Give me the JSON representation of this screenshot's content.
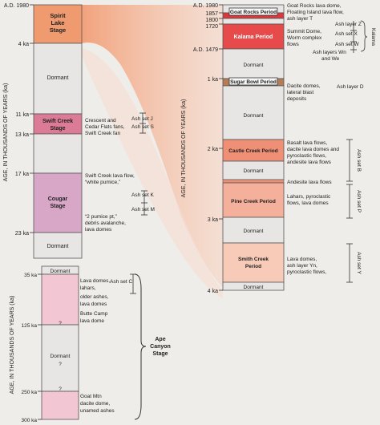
{
  "left_upper": {
    "axis_title": "AGE, IN THOUSANDS OF YEARS (ka)",
    "ticks": [
      "A.D. 1980",
      "4 ka",
      "11 ka",
      "13 ka",
      "17 ka",
      "23 ka"
    ],
    "periods": [
      {
        "line1": "Spirit",
        "line2": "Lake",
        "line3": "Stage"
      },
      {
        "line1": "Dormant"
      },
      {
        "line1": "Swift Creek",
        "line2": "Stage"
      },
      {
        "line1": "Cougar",
        "line2": "Stage"
      },
      {
        "line1": "Dormant"
      }
    ],
    "events": [
      {
        "lines": [
          "Crescent and",
          "Cedar Flats fans,",
          "Swift Creek fan"
        ]
      },
      {
        "lines": [
          "Swift Creek lava flow,",
          "“white pumice,”"
        ]
      },
      {
        "lines": [
          "“2 pumice pt,”",
          "debris avalanche,",
          "lava domes"
        ]
      }
    ],
    "ash_sets": [
      {
        "line1": "Ash set J",
        "line2": "Ash set S"
      },
      {
        "line1": "Ash set K",
        "line2": "Ash set M"
      }
    ]
  },
  "left_lower": {
    "axis_title": "AGE, IN THOUSANDS OF YEARS (ka)",
    "ticks": [
      "35 ka",
      "125 ka",
      "250 ka",
      "300 ka"
    ],
    "periods": [
      {
        "label": "Dormant"
      },
      {
        "label": "Dormant"
      }
    ],
    "question_marks": [
      "?",
      "?",
      "?"
    ],
    "events": [
      {
        "lines": [
          "Lava domes,",
          "lahars,"
        ]
      },
      {
        "lines": [
          "older ashes,",
          "lava domes"
        ]
      },
      {
        "lines": [
          "Butte Camp",
          "lava dome"
        ]
      },
      {
        "lines": [
          "Goat Mtn",
          "dacite dome,",
          "unamed ashes"
        ]
      }
    ],
    "ash_set": {
      "line1": "Ash set C"
    },
    "stage": {
      "line1": "Ape",
      "line2": "Canyon",
      "line3": "Stage"
    }
  },
  "right": {
    "axis_title": "AGE, IN THOUSANDS OF YEARS (ka)",
    "ticks": [
      "A.D. 1980",
      "1857",
      "1800",
      "1720",
      "A.D. 1479",
      "1 ka",
      "2 ka",
      "3 ka",
      "4 ka"
    ],
    "periods": [
      {
        "label": "Goat Rocks Period"
      },
      {
        "label": "Kalama Period"
      },
      {
        "label": "Dormant"
      },
      {
        "label": "Sugar Bowl Period"
      },
      {
        "label": "Dormant"
      },
      {
        "label": "Castle Creek Period"
      },
      {
        "label": "Dormant"
      },
      {
        "label": "Pine Creek Period"
      },
      {
        "label": "Dormant"
      },
      {
        "label": "Smith Creek",
        "label2": "Period"
      },
      {
        "label": "Dormant"
      }
    ],
    "events": [
      {
        "lines": [
          "Goat Rocks lava dome,",
          "Floating Island lava flow,",
          "ash layer T"
        ]
      },
      {
        "lines": [
          "Summit Dome,",
          "Worm complex",
          "flows"
        ]
      },
      {
        "lines": [
          "Dacite domes,",
          "lateral blast",
          "deposits"
        ]
      },
      {
        "lines": [
          "Basalt lava flows,",
          "dacite lava domes and",
          "pyroclastic flows,",
          "andesite lava flows"
        ]
      },
      {
        "lines": [
          "Andesite lava flows"
        ]
      },
      {
        "lines": [
          "Lahars, pyroclastic",
          "flows, lava domes"
        ]
      },
      {
        "lines": [
          "Lava domes,",
          "ash layer Yn,",
          "pyroclastic flows,"
        ]
      }
    ],
    "ash_labels": [
      "Ash layer Z",
      "Ash set X",
      "Ash set W",
      "Ash layers Wn",
      "and We",
      "Ash layer D"
    ],
    "ash_vertical": [
      "Ash set B",
      "Ash set P",
      "Ash set Y"
    ],
    "kalama_side": "Kalama"
  }
}
